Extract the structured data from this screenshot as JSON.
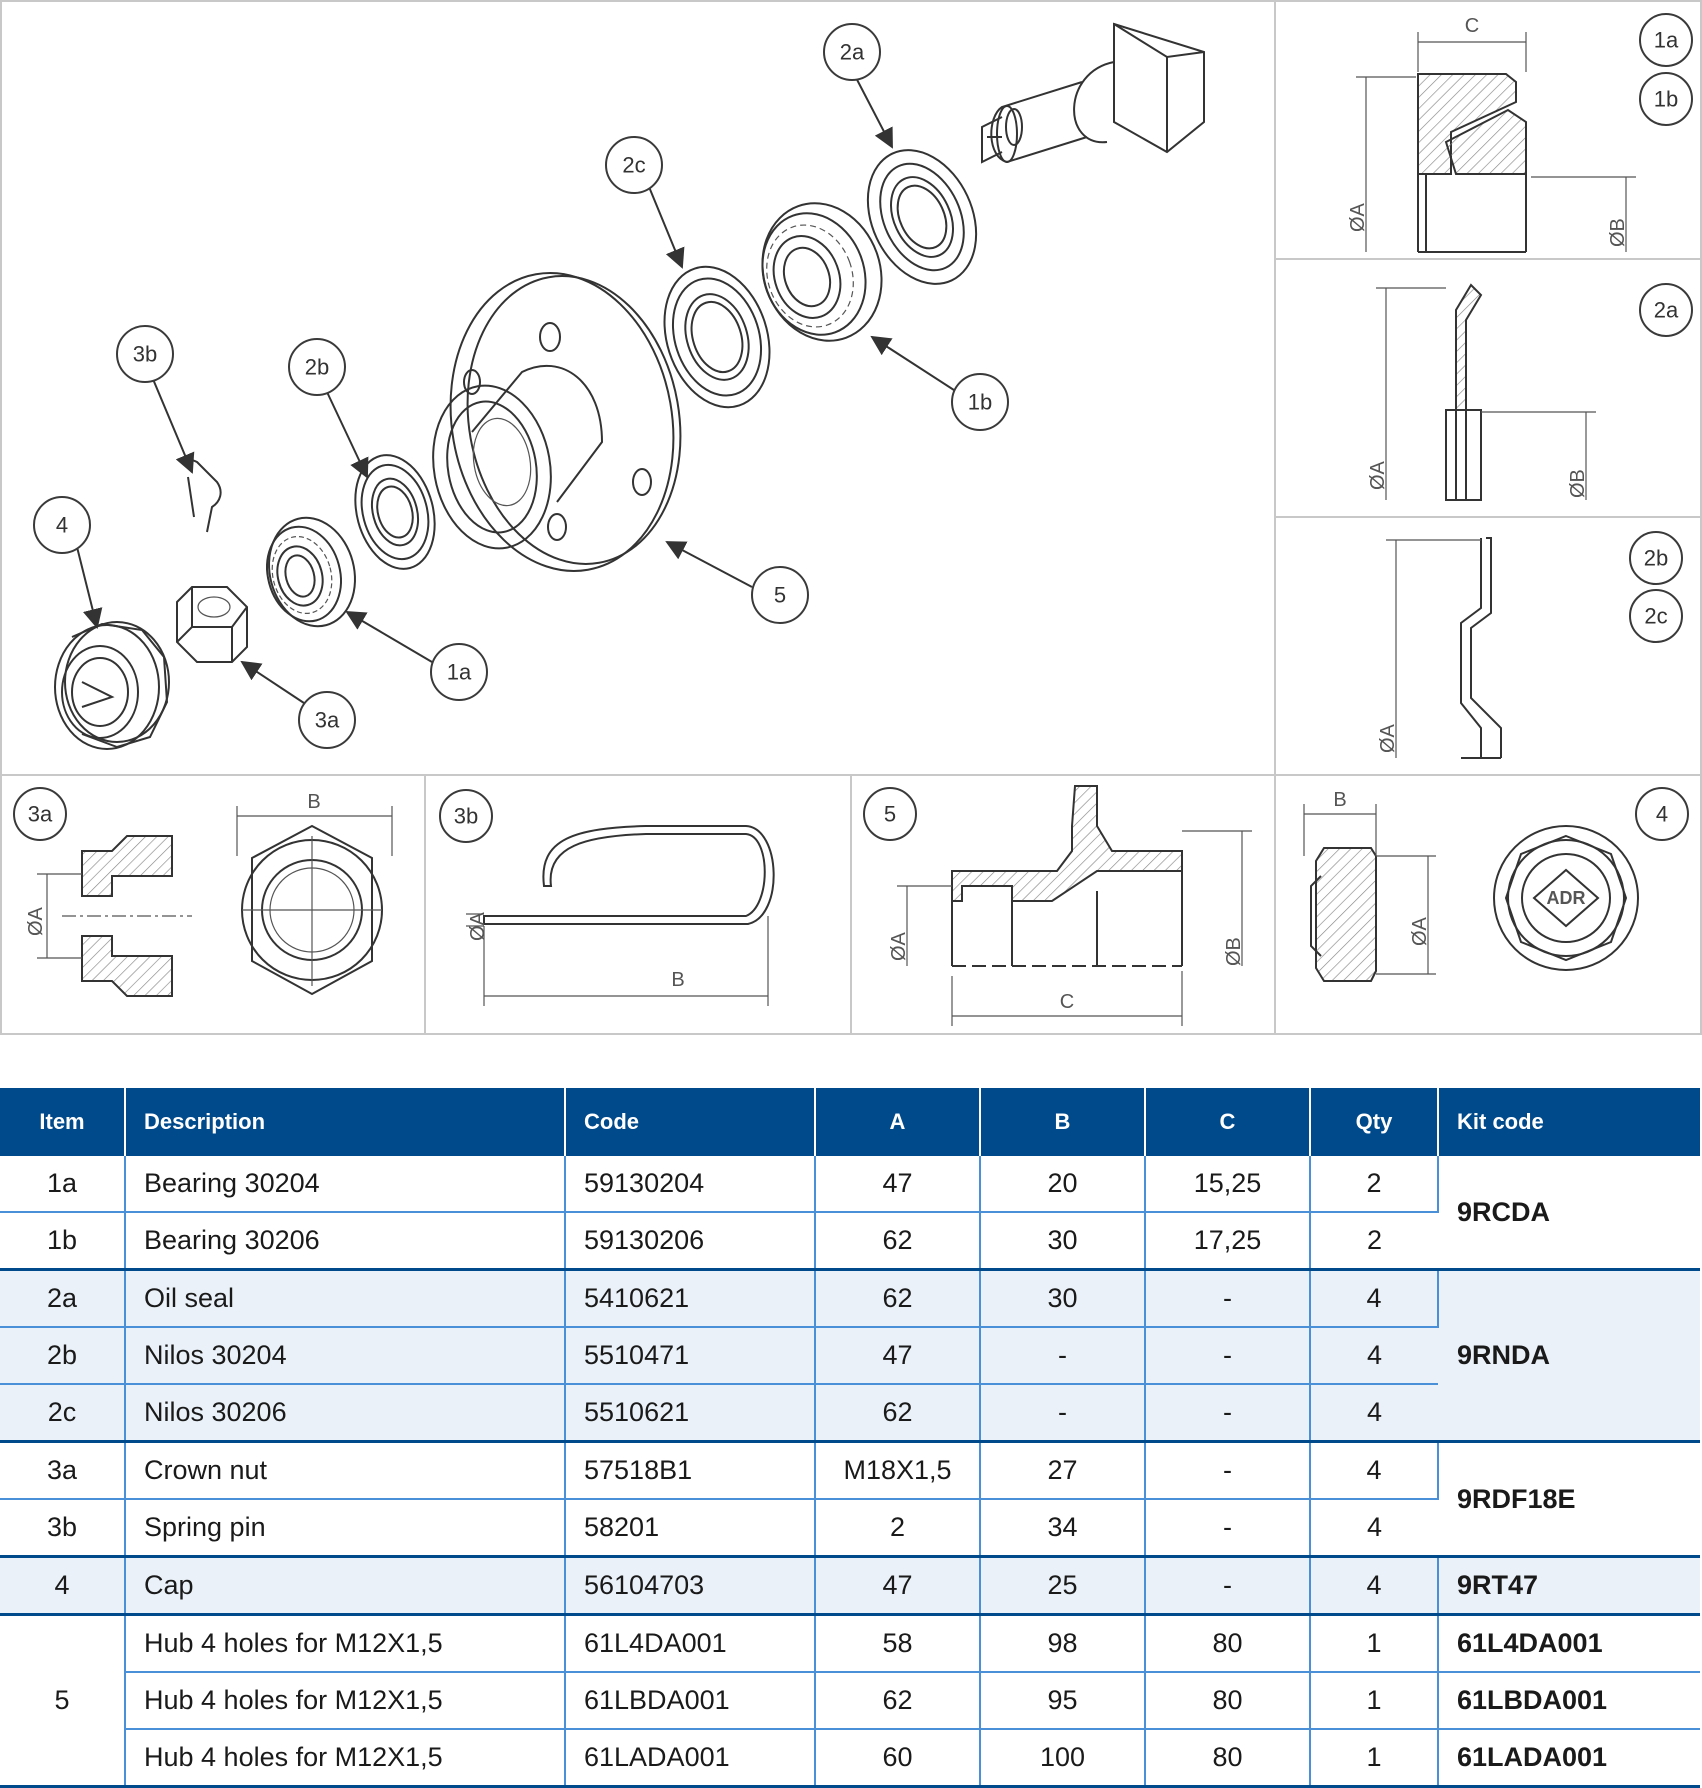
{
  "callouts": {
    "main": [
      "2a",
      "2c",
      "1b",
      "3b",
      "2b",
      "4",
      "5",
      "1a",
      "3a"
    ],
    "bearing_detail": [
      "1a",
      "1b"
    ],
    "oilseal_detail": [
      "2a"
    ],
    "nilos_detail": [
      "2b",
      "2c"
    ],
    "crownnut_detail": [
      "3a"
    ],
    "springpin_detail": [
      "3b"
    ],
    "hub_detail": [
      "5"
    ],
    "cap_detail": [
      "4"
    ]
  },
  "dims": {
    "C": "C",
    "A": "ØA",
    "B": "ØB",
    "B_plain": "B",
    "A_short": "ØA"
  },
  "cap_logo": "ADR",
  "table": {
    "headers": [
      "Item",
      "Description",
      "Code",
      "A",
      "B",
      "C",
      "Qty",
      "Kit code"
    ],
    "rows": [
      {
        "item": "1a",
        "desc": "Bearing 30204",
        "code": "59130204",
        "a": "47",
        "b": "20",
        "c": "15,25",
        "qty": "2"
      },
      {
        "item": "1b",
        "desc": "Bearing 30206",
        "code": "59130206",
        "a": "62",
        "b": "30",
        "c": "17,25",
        "qty": "2"
      },
      {
        "item": "2a",
        "desc": "Oil seal",
        "code": "5410621",
        "a": "62",
        "b": "30",
        "c": "-",
        "qty": "4"
      },
      {
        "item": "2b",
        "desc": "Nilos 30204",
        "code": "5510471",
        "a": "47",
        "b": "-",
        "c": "-",
        "qty": "4"
      },
      {
        "item": "2c",
        "desc": "Nilos 30206",
        "code": "5510621",
        "a": "62",
        "b": "-",
        "c": "-",
        "qty": "4"
      },
      {
        "item": "3a",
        "desc": "Crown nut",
        "code": "57518B1",
        "a": "M18X1,5",
        "b": "27",
        "c": "-",
        "qty": "4"
      },
      {
        "item": "3b",
        "desc": "Spring pin",
        "code": "58201",
        "a": "2",
        "b": "34",
        "c": "-",
        "qty": "4"
      },
      {
        "item": "4",
        "desc": "Cap",
        "code": "56104703",
        "a": "47",
        "b": "25",
        "c": "-",
        "qty": "4"
      },
      {
        "item": "5",
        "desc": "Hub 4 holes for M12X1,5",
        "code": "61L4DA001",
        "a": "58",
        "b": "98",
        "c": "80",
        "qty": "1"
      },
      {
        "item": "",
        "desc": "Hub 4 holes for M12X1,5",
        "code": "61LBDA001",
        "a": "62",
        "b": "95",
        "c": "80",
        "qty": "1"
      },
      {
        "item": "",
        "desc": "Hub 4 holes for M12X1,5",
        "code": "61LADA001",
        "a": "60",
        "b": "100",
        "c": "80",
        "qty": "1"
      }
    ],
    "kits": [
      "9RCDA",
      "9RNDA",
      "9RDF18E",
      "9RT47",
      "61L4DA001",
      "61LBDA001",
      "61LADA001"
    ]
  }
}
